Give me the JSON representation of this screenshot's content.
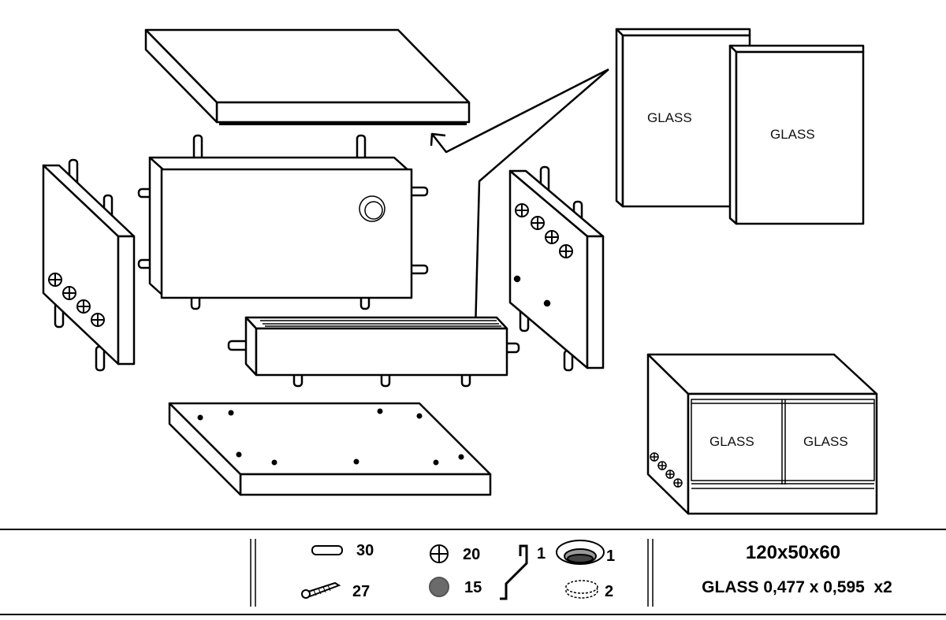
{
  "diagram": {
    "top_glass_label": "GLASS",
    "top_glass_label_2": "GLASS",
    "assembled_glass_left": "GLASS",
    "assembled_glass_right": "GLASS"
  },
  "legend": {
    "dowel_count": "30",
    "screw_count": "27",
    "cam_bolt_count": "20",
    "cap_count": "15",
    "allen_key_count": "1",
    "grommet_count": "1",
    "ring_count": "2",
    "dimensions": "120x50x60",
    "glass_spec": "GLASS 0,477 x 0,595  x2"
  }
}
